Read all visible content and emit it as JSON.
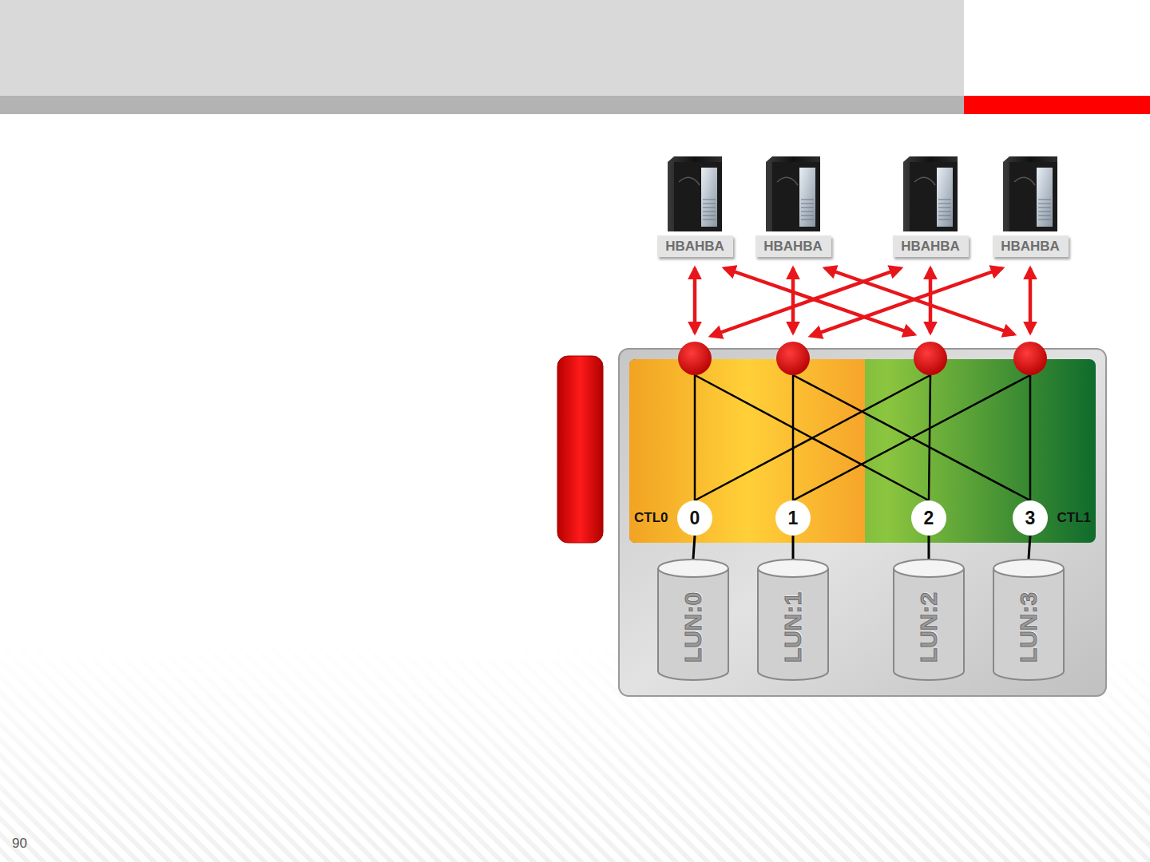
{
  "diagram": {
    "nodes": [
      {
        "text": [
          "HBAHBA"
        ]
      },
      {
        "text": [
          "HBAHBA"
        ]
      },
      {
        "text": [
          "HBAHBA"
        ]
      },
      {
        "text": [
          "HBAHBA"
        ]
      },
      {
        "text": [
          "CTL0"
        ]
      },
      {
        "text": [
          "CTL1"
        ]
      },
      {
        "text": [
          "0"
        ],
        "in": 4
      },
      {
        "text": [
          "1"
        ],
        "in": 4
      },
      {
        "text": [
          "2"
        ],
        "in": 5
      },
      {
        "text": [
          "3"
        ],
        "in": 5
      },
      {
        "text": [
          "LUN:0"
        ]
      },
      {
        "text": [
          "LUN:1"
        ]
      },
      {
        "text": [
          "LUN:2"
        ]
      },
      {
        "text": [
          "LUN:3"
        ]
      }
    ],
    "edges": [
      {
        "from": 6,
        "to": 10,
        "arrow": "none"
      },
      {
        "from": 7,
        "to": 11,
        "arrow": "none"
      },
      {
        "from": 8,
        "to": 12,
        "arrow": "none"
      },
      {
        "from": 9,
        "to": 13,
        "arrow": "none"
      }
    ],
    "labels": [
      "90"
    ]
  }
}
